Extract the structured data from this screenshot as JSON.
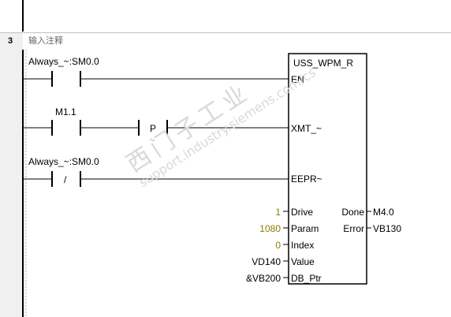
{
  "network": {
    "number": "3",
    "comment": "输入注释"
  },
  "rungs": {
    "rung1_contact_label": "Always_~:SM0.0",
    "rung2_contact_label": "M1.1",
    "rung2_pulse_label": "P",
    "rung3_contact_label": "Always_~:SM0.0",
    "rung3_contact_symbol": "/"
  },
  "block": {
    "title": "USS_WPM_R",
    "pins_left": {
      "en": "EN",
      "xmt": "XMT_~",
      "eepr": "EEPR~",
      "drive": "Drive",
      "param": "Param",
      "index": "Index",
      "value": "Value",
      "db_ptr": "DB_Ptr"
    },
    "pins_right": {
      "done": "Done",
      "error": "Error"
    }
  },
  "operands": {
    "drive": "1",
    "param": "1080",
    "index": "0",
    "value": "VD140",
    "db_ptr": "&VB200",
    "done": "M4.0",
    "error": "VB130"
  },
  "watermark": {
    "cn": "西门子工业",
    "url": "support.industry.siemens.com/cs"
  }
}
